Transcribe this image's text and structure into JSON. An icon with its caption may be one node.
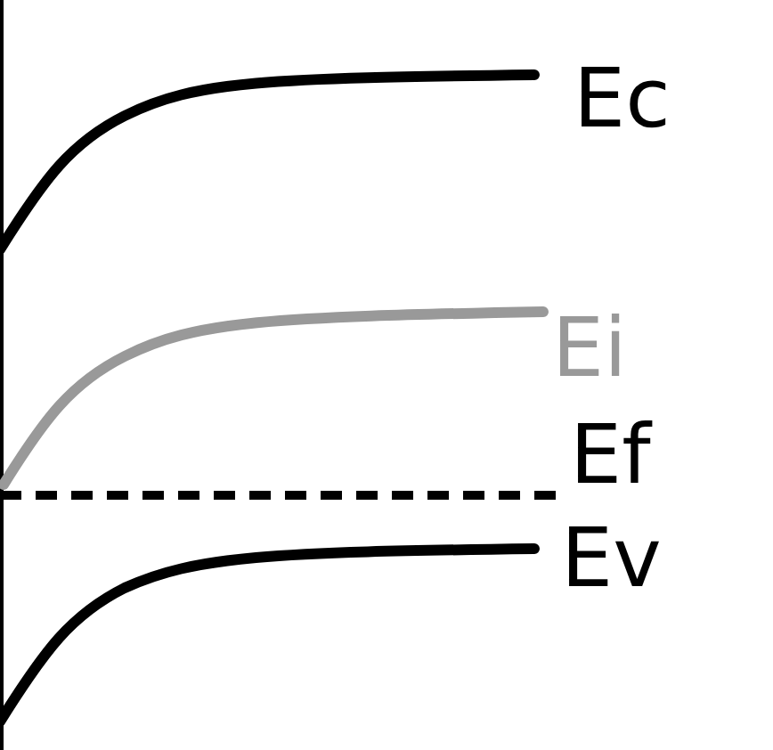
{
  "diagram": {
    "labels": [
      "Ec",
      "Ei",
      "Ef",
      "Ev"
    ]
  }
}
